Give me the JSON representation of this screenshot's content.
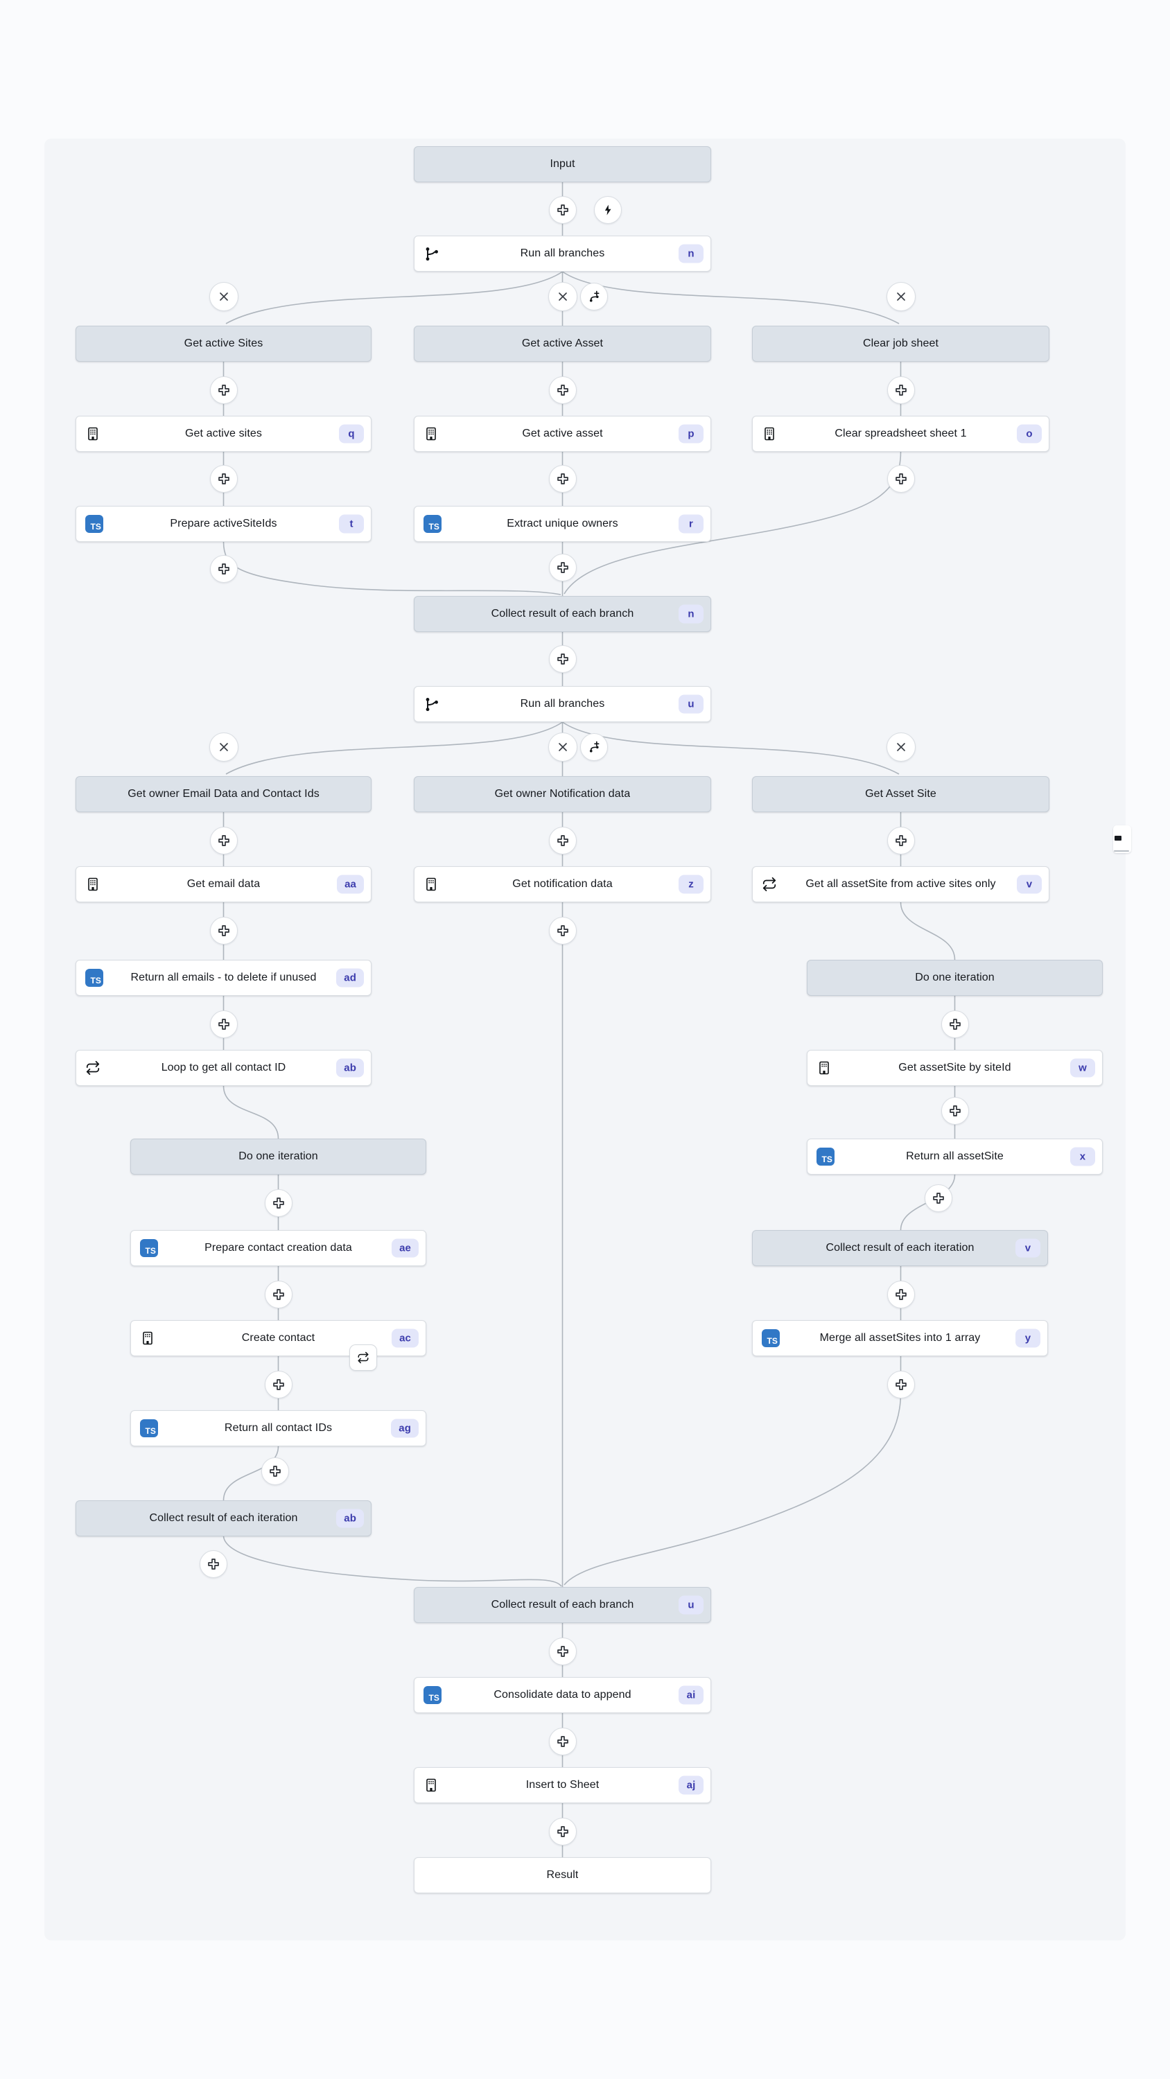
{
  "colors": {
    "page_bg": "#fafbfd",
    "canvas_bg": "#f3f5f8",
    "header_node_bg": "#dce2e9",
    "white_node_bg": "#ffffff",
    "badge_bg": "#e3e6fa",
    "badge_text": "#3c3cad",
    "typescript_icon_bg": "#3178c6",
    "edge_line": "#aeb5bd"
  },
  "icons": {
    "plus": "plus-icon",
    "lightning": "lightning-icon",
    "close": "close-icon",
    "add_branch": "add-branch-icon",
    "git_branch": "git-branch-icon",
    "building": "building-icon",
    "loop": "loop-icon",
    "typescript": "typescript-icon",
    "typescript_text": "TS",
    "edge_widget": "dash-icon"
  },
  "nodes": {
    "input": {
      "label": "Input"
    },
    "run_all_branches_1": {
      "label": "Run all branches",
      "badge": "n",
      "icon": "git-branch-icon"
    },
    "get_active_sites_header": {
      "label": "Get active Sites"
    },
    "get_active_asset_header": {
      "label": "Get active Asset"
    },
    "clear_job_sheet_header": {
      "label": "Clear job sheet"
    },
    "get_active_sites": {
      "label": "Get active sites",
      "badge": "q",
      "icon": "building-icon"
    },
    "get_active_asset": {
      "label": "Get active asset",
      "badge": "p",
      "icon": "building-icon"
    },
    "clear_spreadsheet": {
      "label": "Clear spreadsheet sheet 1",
      "badge": "o",
      "icon": "building-icon"
    },
    "prepare_activesiteids": {
      "label": "Prepare activeSiteIds",
      "badge": "t",
      "icon": "typescript-icon"
    },
    "extract_unique_owners": {
      "label": "Extract unique owners",
      "badge": "r",
      "icon": "typescript-icon"
    },
    "collect_branch_1": {
      "label": "Collect result of each branch",
      "badge": "n"
    },
    "run_all_branches_2": {
      "label": "Run all branches",
      "badge": "u",
      "icon": "git-branch-icon"
    },
    "get_owner_email_header": {
      "label": "Get owner Email Data and Contact Ids"
    },
    "get_owner_notification_header": {
      "label": "Get owner Notification data"
    },
    "get_asset_site_header": {
      "label": "Get Asset Site"
    },
    "get_email_data": {
      "label": "Get email data",
      "badge": "aa",
      "icon": "building-icon"
    },
    "get_notification_data": {
      "label": "Get notification data",
      "badge": "z",
      "icon": "building-icon"
    },
    "get_all_assetsite": {
      "label": "Get all assetSite from active sites only",
      "badge": "v",
      "icon": "loop-icon"
    },
    "return_all_emails": {
      "label": "Return all emails - to delete if unused",
      "badge": "ad",
      "icon": "typescript-icon"
    },
    "do_one_iteration_right": {
      "label": "Do one iteration"
    },
    "loop_contact_id": {
      "label": "Loop to get all contact ID",
      "badge": "ab",
      "icon": "loop-icon"
    },
    "get_assetsite_by_siteid": {
      "label": "Get assetSite by siteId",
      "badge": "w",
      "icon": "building-icon"
    },
    "do_one_iteration_left": {
      "label": "Do one iteration"
    },
    "return_all_assetsite": {
      "label": "Return all assetSite",
      "badge": "x",
      "icon": "typescript-icon"
    },
    "prepare_contact_creation": {
      "label": "Prepare contact creation data",
      "badge": "ae",
      "icon": "typescript-icon"
    },
    "collect_iteration_right": {
      "label": "Collect result of each iteration",
      "badge": "v"
    },
    "create_contact": {
      "label": "Create contact",
      "badge": "ac",
      "icon": "building-icon"
    },
    "merge_assetsites": {
      "label": "Merge all assetSites into 1 array",
      "badge": "y",
      "icon": "typescript-icon"
    },
    "return_all_contact_ids": {
      "label": "Return all contact IDs",
      "badge": "ag",
      "icon": "typescript-icon"
    },
    "collect_iteration_left": {
      "label": "Collect result of each iteration",
      "badge": "ab"
    },
    "collect_branch_2": {
      "label": "Collect result of each branch",
      "badge": "u"
    },
    "consolidate_data": {
      "label": "Consolidate data to append",
      "badge": "ai",
      "icon": "typescript-icon"
    },
    "insert_to_sheet": {
      "label": "Insert to Sheet",
      "badge": "aj",
      "icon": "building-icon"
    },
    "result": {
      "label": "Result"
    }
  }
}
